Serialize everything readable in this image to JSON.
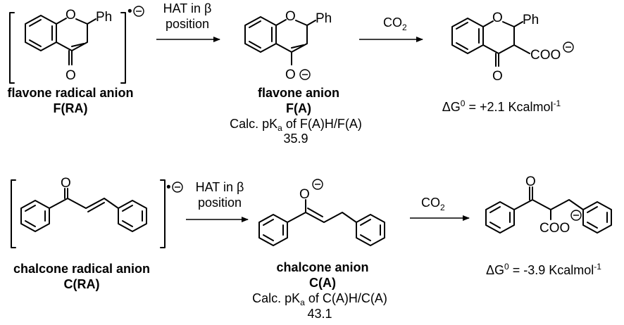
{
  "atoms": {
    "O": "O",
    "Ph": "Ph",
    "CO2_main": "CO",
    "CO2_sub": "2",
    "COO": "COO"
  },
  "glyphs": {
    "radical_dot": "•",
    "minus": "−"
  },
  "flavone": {
    "step1": {
      "line1": "HAT in β",
      "line2": "position"
    },
    "radical_anion": {
      "name": "flavone radical anion",
      "code": "F(RA)"
    },
    "anion": {
      "name": "flavone anion",
      "code": "F(A)",
      "pka_prefix": "Calc. pK",
      "pka_sub": "a",
      "pka_suffix": "  of F(A)H/F(A)",
      "pka_value": "35.9"
    },
    "dg_prefix": "ΔG",
    "dg_sup": "0",
    "dg_value": " = +2.1 Kcalmol",
    "dg_exp": "-1"
  },
  "chalcone": {
    "step1": {
      "line1": "HAT in β",
      "line2": "position"
    },
    "radical_anion": {
      "name": "chalcone radical anion",
      "code": "C(RA)"
    },
    "anion": {
      "name": "chalcone anion",
      "code": "C(A)",
      "pka_prefix": "Calc. pK",
      "pka_sub": "a",
      "pka_suffix": "  of C(A)H/C(A)",
      "pka_value": "43.1"
    },
    "dg_prefix": "ΔG",
    "dg_sup": "0",
    "dg_value": " = -3.9 Kcalmol",
    "dg_exp": "-1"
  }
}
